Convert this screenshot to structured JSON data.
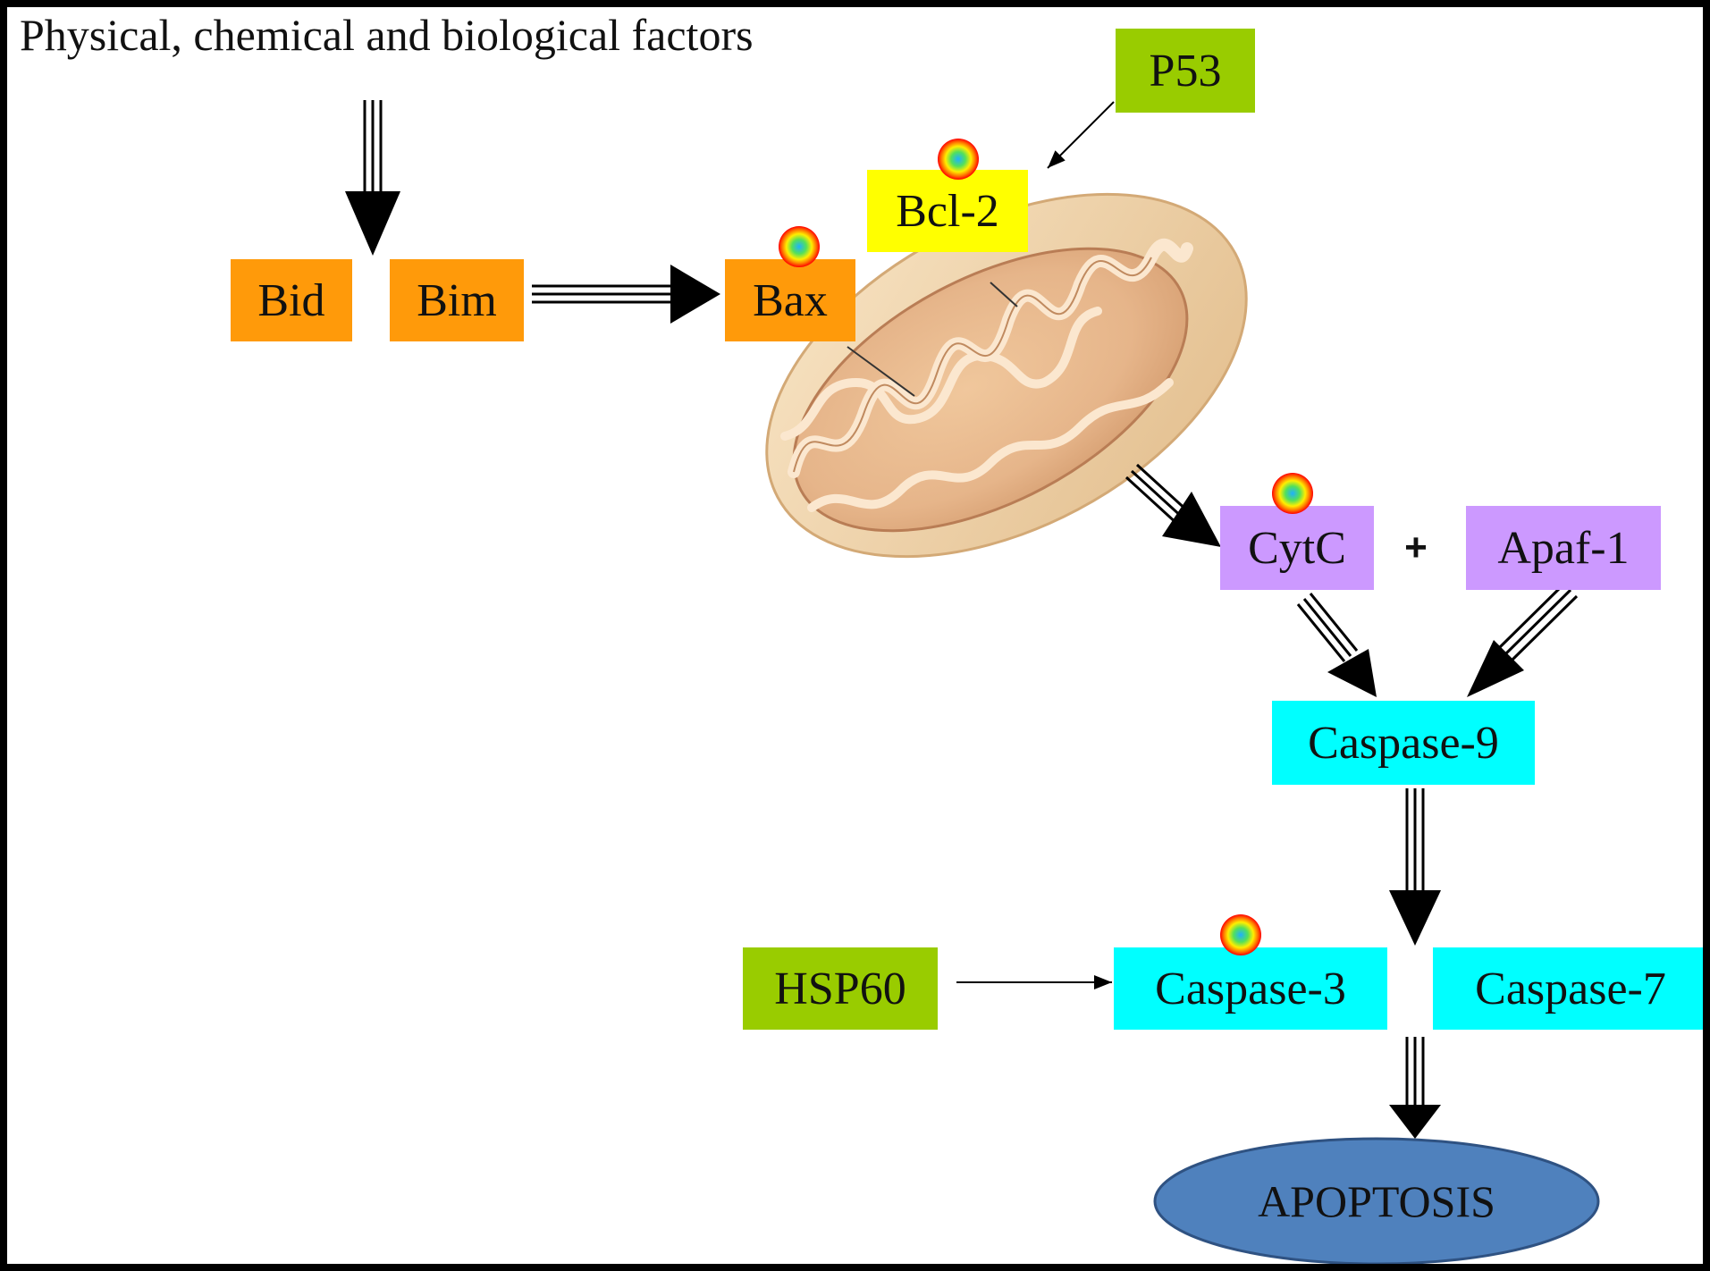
{
  "title": "Physical, chemical and biological factors",
  "colors": {
    "orange": "#FF9A0A",
    "yellow": "#FFFF00",
    "green": "#99CC00",
    "purple": "#CC99FF",
    "cyan": "#00FFFF",
    "ellipse": "#4F81BD",
    "arrow": "#000000"
  },
  "nodes": {
    "bid": "Bid",
    "bim": "Bim",
    "bax": "Bax",
    "bcl2": "Bcl-2",
    "p53": "P53",
    "cytc": "CytC",
    "plus": "+",
    "apaf1": "Apaf-1",
    "caspase9": "Caspase-9",
    "hsp60": "HSP60",
    "caspase3": "Caspase-3",
    "caspase7": "Caspase-7",
    "apoptosis": "APOPTOSIS"
  },
  "icons": {
    "marker": "target-marker-icon",
    "organelle": "mitochondrion-icon"
  }
}
